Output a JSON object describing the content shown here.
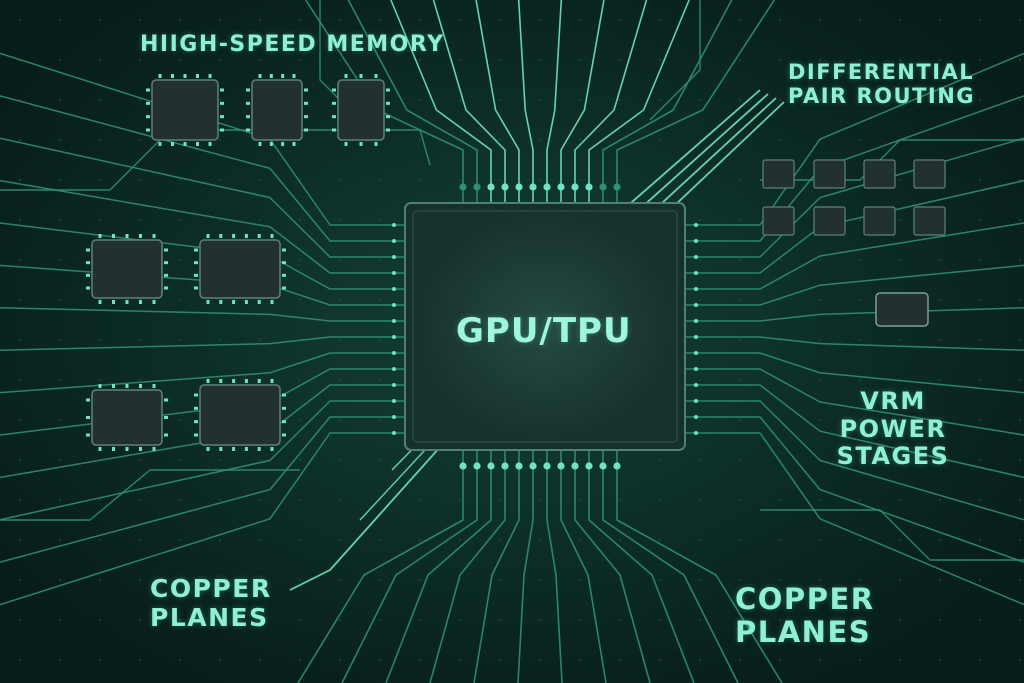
{
  "labels": {
    "memory": "HIIGH-SPEED MEMORY",
    "diff_line1": "DIFFERENTIAL",
    "diff_line2": "PAIR ROUTING",
    "chip": "GPU/TPU",
    "vrm_line1": "VRM",
    "vrm_line2": "POWER",
    "vrm_line3": "STAGES",
    "copper_left_line1": "COPPER",
    "copper_left_line2": "PLANES",
    "copper_right_line1": "COPPER",
    "copper_right_line2": "PLANES"
  },
  "colors": {
    "board_background": "#0b2a24",
    "trace": "#2f8f75",
    "trace_bright": "#6fe3c4",
    "label_text": "#8ff0d6",
    "chip_body": "#1d3a35",
    "component_body": "#22312f"
  }
}
